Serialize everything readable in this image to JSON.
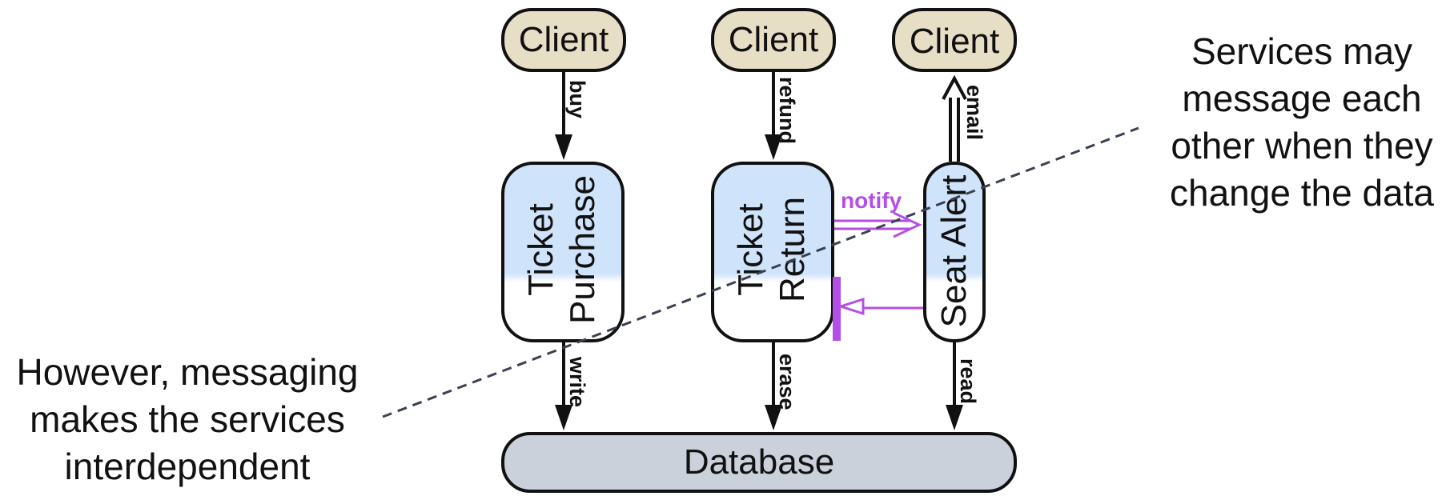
{
  "colors": {
    "client_fill": "#e7dec6",
    "service_fill_top": "#cfe3fb",
    "service_fill_bottom": "#ffffff",
    "database_fill": "#cbd1da",
    "stroke": "#111111",
    "message_accent": "#b34ee8",
    "dash_line": "#3a4150"
  },
  "clients": [
    {
      "label": "Client"
    },
    {
      "label": "Client"
    },
    {
      "label": "Client"
    }
  ],
  "services": {
    "ticket_purchase": {
      "line1": "Ticket",
      "line2": "Purchase"
    },
    "ticket_return": {
      "line1": "Ticket",
      "line2": "Return"
    },
    "seat_alert": {
      "label": "Seat Alert"
    }
  },
  "database": {
    "label": "Database"
  },
  "edges": {
    "buy": "buy",
    "refund": "refund",
    "email": "email",
    "write": "write",
    "erase": "erase",
    "read": "read",
    "notify": "notify"
  },
  "annotations": {
    "right": [
      "Services may",
      "message each",
      "other when they",
      "change the data"
    ],
    "left": [
      "However, messaging",
      "makes the services",
      "interdependent"
    ]
  }
}
